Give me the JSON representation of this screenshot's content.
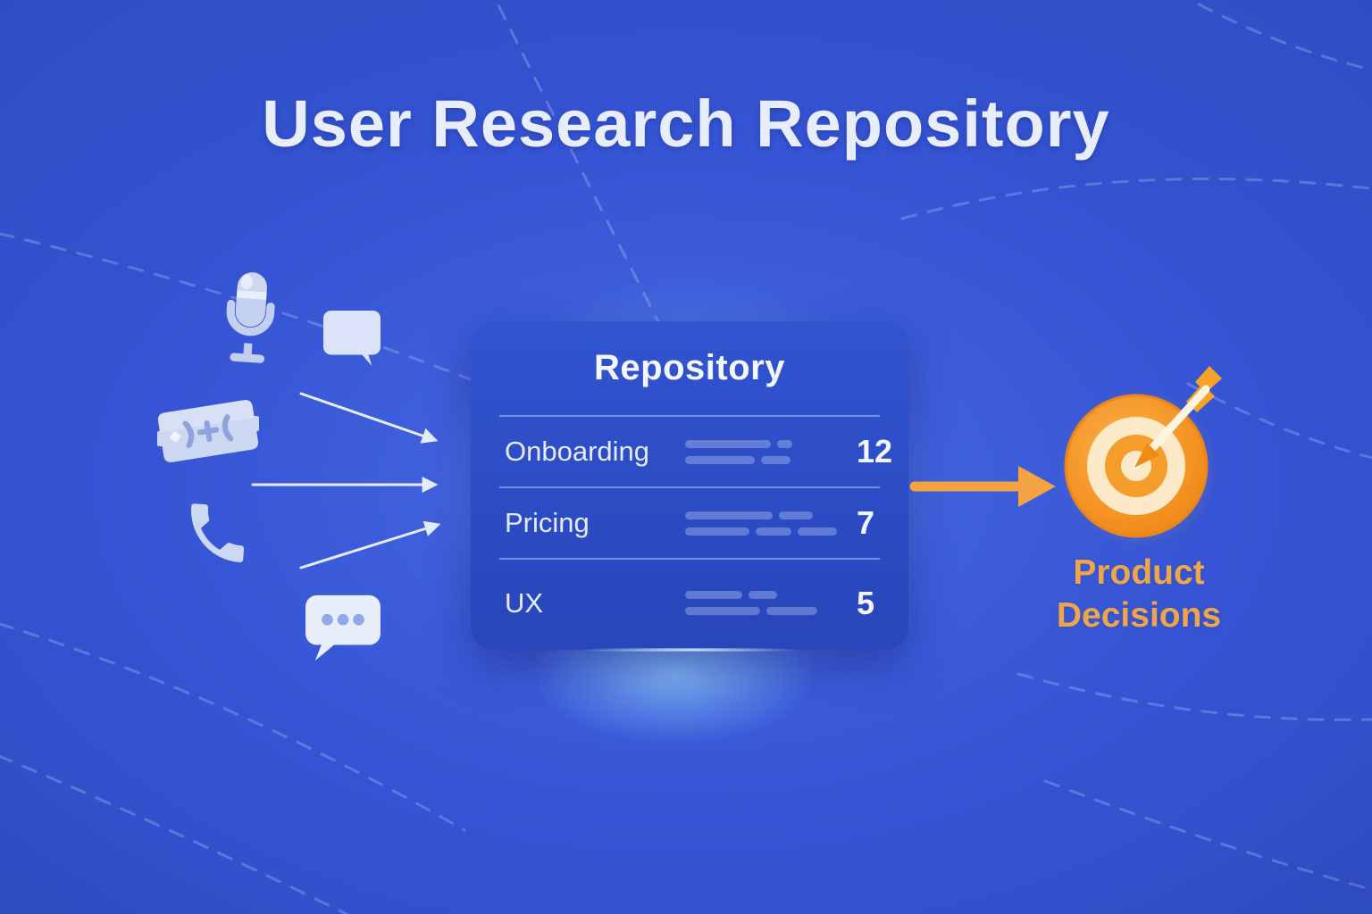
{
  "title": "User Research Repository",
  "repository_card": {
    "title": "Repository",
    "rows": [
      {
        "label": "Onboarding",
        "count": "12"
      },
      {
        "label": "Pricing",
        "count": "7"
      },
      {
        "label": "UX",
        "count": "5"
      }
    ]
  },
  "outcome": {
    "label": "Product Decisions"
  },
  "sources": {
    "icons": [
      "microphone-icon",
      "speech-bubble-icon",
      "ticket-icon",
      "phone-icon",
      "chat-dots-icon"
    ],
    "outcome_icon": "target-icon"
  },
  "colors": {
    "background_blue": "#3553d2",
    "card_blue": "#2c4cc4",
    "accent_orange": "#f3a441",
    "icon_periwinkle": "#ccd8f2",
    "text_light": "#ecf1fd"
  }
}
